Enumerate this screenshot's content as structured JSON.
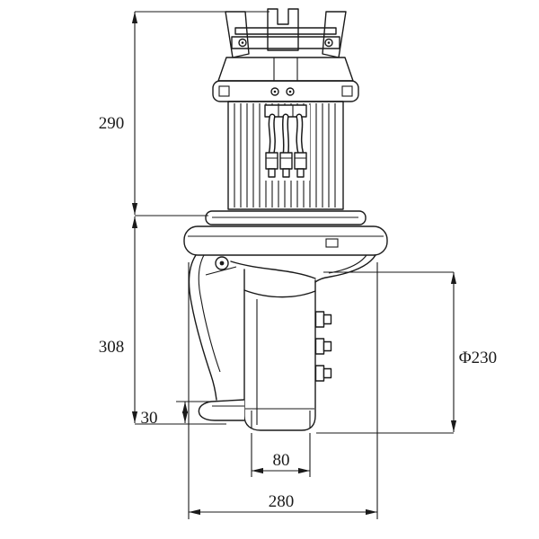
{
  "canvas": {
    "background": "#ffffff",
    "line_color": "#1a1a1a"
  },
  "drawing": {
    "dimensions": {
      "height_upper": {
        "label": "290"
      },
      "height_lower": {
        "label": "308"
      },
      "foot_height": {
        "label": "30"
      },
      "bottom_width": {
        "label": "80"
      },
      "overall_width": {
        "label": "280"
      },
      "body_diameter": {
        "label": "Φ230"
      }
    }
  }
}
